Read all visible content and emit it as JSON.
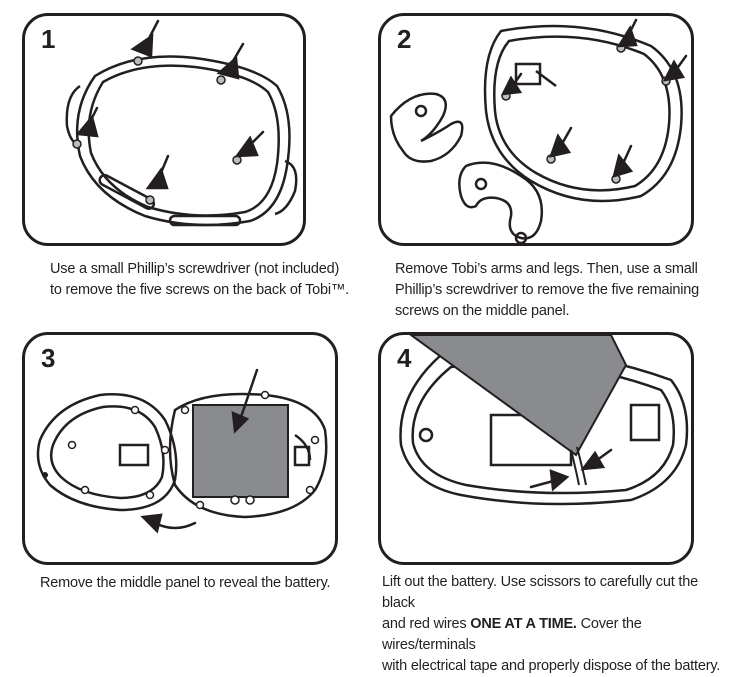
{
  "steps": [
    {
      "number": "1",
      "caption_lines": [
        "Use a small Phillip’s screwdriver (not included)",
        "to remove the five screws on the back of Tobi™."
      ]
    },
    {
      "number": "2",
      "caption_lines": [
        "Remove Tobi’s arms and legs. Then, use a small",
        "Phillip’s screwdriver to remove the five remaining",
        "screws on the middle panel."
      ]
    },
    {
      "number": "3",
      "caption_lines": [
        "Remove the middle panel to reveal the battery."
      ]
    },
    {
      "number": "4",
      "caption_line1": "Lift out the battery. Use scissors to carefully cut the black",
      "caption_line2_pre": "and red wires ",
      "caption_line2_bold": "ONE AT A TIME.",
      "caption_line2_post": " Cover the wires/terminals",
      "caption_line3": "with electrical tape and properly dispose of the battery."
    }
  ]
}
